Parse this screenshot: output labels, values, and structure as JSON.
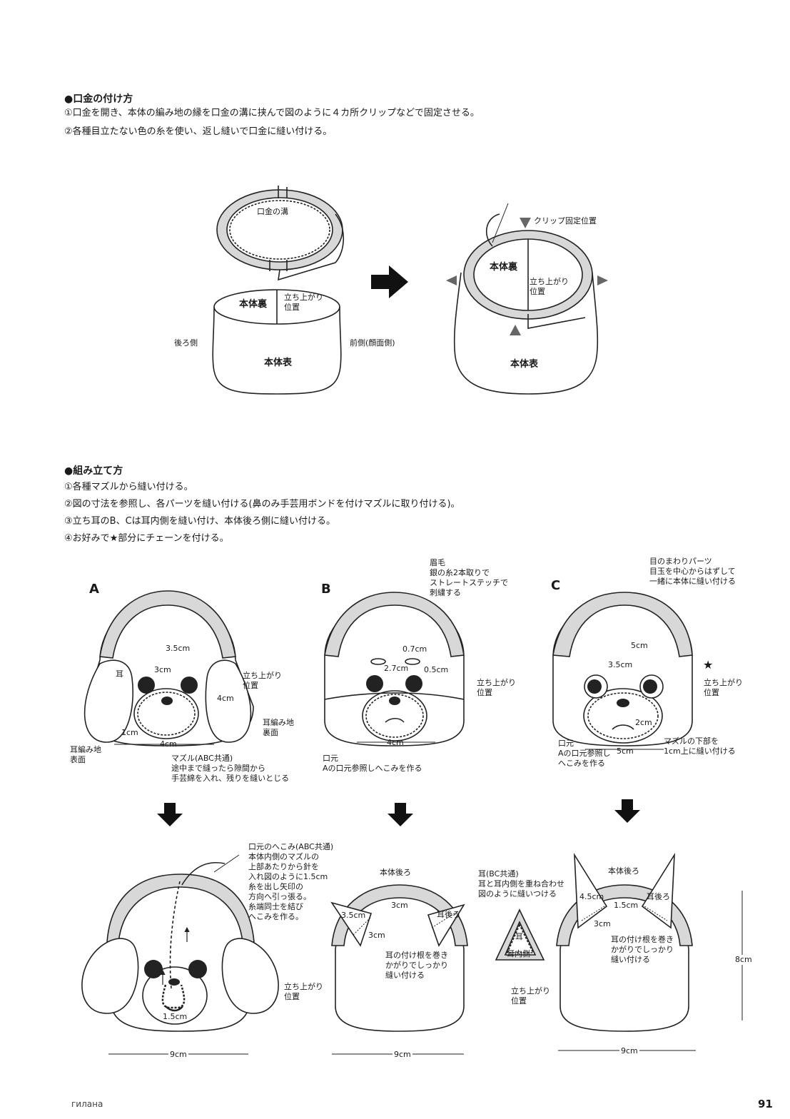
{
  "section1": {
    "title": "●口金の付け方",
    "steps": [
      "①口金を開き、本体の編み地の縁を口金の溝に挟んで図のように４カ所クリップなどで固定させる。",
      "②各種目立たない色の糸を使い、返し縫いで口金に縫い付ける。"
    ],
    "labels": {
      "groove": "口金の溝",
      "body_inside": "本体裏",
      "rise_position": "立ち上がり\n位置",
      "back_side": "後ろ側",
      "front_side": "前側(顔面側)",
      "body_outside": "本体表",
      "clip_position": "クリップ固定位置",
      "body_inside_2": "本体裏",
      "rise_position_2": "立ち上がり\n位置",
      "body_outside_2": "本体表"
    }
  },
  "section2": {
    "title": "●組み立て方",
    "steps": [
      "①各種マズルから縫い付ける。",
      "②図の寸法を参照し、各パーツを縫い付ける(鼻のみ手芸用ボンドを付けマズルに取り付ける)。",
      "③立ち耳のB、Cは耳内側を縫い付け、本体後ろ側に縫い付ける。",
      "④お好みで★部分にチェーンを付ける。"
    ]
  },
  "diagram_a": {
    "letter": "A",
    "m_35": "3.5cm",
    "m_3": "3cm",
    "ear": "耳",
    "m_4v": "4cm",
    "rise": "立ち上がり\n位置",
    "ear_back": "耳編み地\n裏面",
    "m_1": "1cm",
    "m_4": "4cm",
    "ear_front": "耳編み地\n表面",
    "muzzle_note": "マズル(ABC共通)\n途中まで縫ったら隙間から\n手芸綿を入れ、残りを縫いとじる"
  },
  "diagram_b": {
    "letter": "B",
    "eyebrow_note": "眉毛\n銀の糸2本取りで\nストレートステッチで\n刺繍する",
    "m_07": "0.7cm",
    "m_27": "2.7cm",
    "m_05": "0.5cm",
    "rise": "立ち上がり\n位置",
    "m_4": "4cm",
    "mouth_note": "口元\nAの口元参照しへこみを作る"
  },
  "diagram_c": {
    "letter": "C",
    "eye_note": "目のまわりパーツ\n目玉を中心からはずして\n一緒に本体に縫い付ける",
    "m_5v": "5cm",
    "m_35": "3.5cm",
    "star": "★",
    "rise": "立ち上がり\n位置",
    "m_2": "2cm",
    "m_5": "5cm",
    "mouth_note": "口元\nAの口元参照し\nへこみを作る",
    "muzzle_note": "マズルの下部を\n1cm上に縫い付ける"
  },
  "bottom_a": {
    "dent_note": "口元のへこみ(ABC共通)\n本体内側のマズルの\n上部あたりから針を\n入れ図のように1.5cm\n糸を出し矢印の\n方向へ引っ張る。\n糸端同士を結び\nへこみを作る。",
    "m_15": "1.5cm",
    "width": "9cm"
  },
  "bottom_b": {
    "body_back": "本体後ろ",
    "m_3": "3cm",
    "m_35": "3.5cm",
    "ear_back": "耳後ろ",
    "m_3b": "3cm",
    "sew_note": "耳の付け根を巻き\nかがりでしっかり\n縫い付ける",
    "rise": "立ち上がり\n位置",
    "width": "9cm"
  },
  "ear_part": {
    "note": "耳(BC共通)\n耳と耳内側を重ね合わせ\n図のように縫いつける",
    "ear": "耳",
    "ear_inner": "耳内側"
  },
  "bottom_c": {
    "body_back": "本体後ろ",
    "m_45": "4.5cm",
    "m_15": "1.5cm",
    "ear_back": "耳後ろ",
    "m_3": "3cm",
    "sew_note": "耳の付け根を巻き\nかがりでしっかり\n縫い付ける",
    "rise": "立ち上がり\n位置",
    "height": "8cm",
    "width": "9cm"
  },
  "footer": {
    "source": "гилана",
    "page": "91"
  }
}
